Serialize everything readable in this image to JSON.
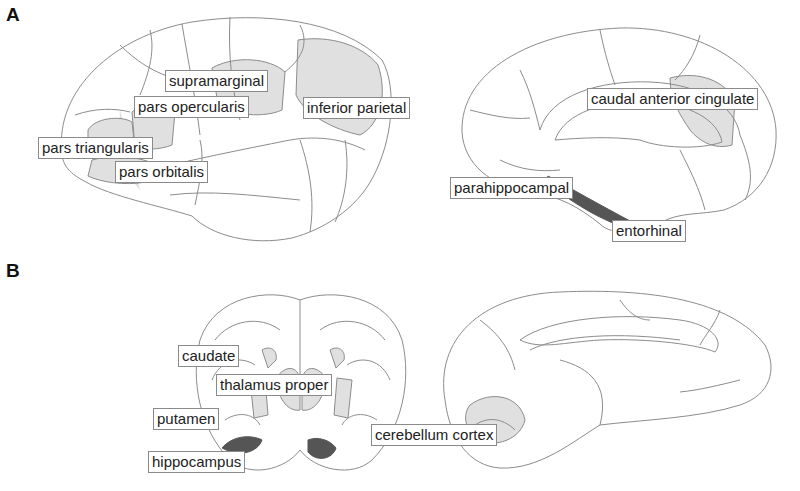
{
  "diagram": {
    "labels": [
      "A",
      "supramarginal",
      "pars opercularis",
      "inferior parietal",
      "pars triangularis",
      "pars orbitalis",
      "caudal anterior cingulate",
      "parahippocampal",
      "entorhinal",
      "B",
      "caudate",
      "thalamus proper",
      "putamen",
      "hippocampus",
      "cerebellum cortex"
    ]
  }
}
